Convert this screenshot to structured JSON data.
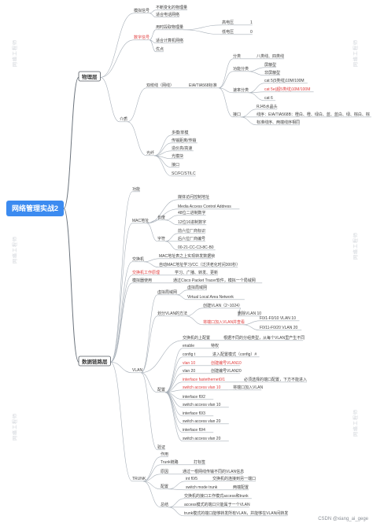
{
  "root": {
    "label": "网络管理实战2"
  },
  "phys": {
    "label": "物理层",
    "signal": "模拟信号",
    "signal_c1": "不断变化的物理量",
    "signal_c2": "适合电话网络",
    "digital": "数字信号",
    "digital_c1": "用时段取物理量",
    "digital_c1a": "高电压",
    "digital_c1a_v": "1",
    "digital_c1b": "低电压",
    "digital_c1b_v": "0",
    "digital_c2": "适合计算机网络",
    "digital_c3": "优点",
    "media": "介质",
    "twisted": "双绞线（网线）",
    "std": "EIA/TIA568标准",
    "cls": "分类",
    "cls_a": "八类线、四类线",
    "func": "功能分类",
    "func_a": "屏蔽型",
    "func_b": "非屏蔽型",
    "speed": "速率分类",
    "speed_a": "cat 5(5类线)10M/100M",
    "speed_b": "cat 5e(超5类线)10M/100M",
    "speed_c": "cat 6",
    "iface": "接口",
    "iface_a": "RJ45水晶头",
    "iface_b": "线序：EIA/TIA568B：橙白、橙、绿白、蓝、蓝白、绿、棕白、棕",
    "iface_c": "标准线序、两端线序相同",
    "fiber": "光纤",
    "fiber_a": "多模/单模",
    "fiber_b": "传输距离/传输",
    "fiber_c": "造价高/高速",
    "fiber_d": "光模块",
    "fiber_e": "接口",
    "fiber_f": "SC/FC/ST/LC"
  },
  "dl": {
    "label": "数据链路层",
    "func": "功能",
    "mac": "MAC地址",
    "mac_a": "媒体访问控制地址",
    "mac_b": "Media Access Control Address",
    "mac_len": "长度",
    "mac_len_a": "48位二进制数字",
    "mac_len_b": "12位16进制数字",
    "mac_fmt": "字符",
    "mac_fmt_a": "前六位厂商标识",
    "mac_fmt_b": "后六位厂商编号",
    "mac_fmt_c": "00-21-CC-C3-8C-B0",
    "switch": "交换机",
    "switch_a": "MAC地址表之上实现转发数据帧",
    "switch_b": "自动MAC地址学习/CC（泛洪老化时间300秒）",
    "switch_c": "交换机工作原理",
    "switch_c1": "学习、广播、转发、更新",
    "tracer": "模拟器使用",
    "tracer_a": "通过Cisco Packet Tracer软件，模拟一个局域网",
    "vlan": "VLAN",
    "vlan_def": "虚拟局域网",
    "vlan_def_a": "虚拟局域网",
    "vlan_def_b": "Virtual Local Area Network",
    "vlan_range": "划分VLAN的方法",
    "vlan_range_a": "创建VLAN（2~1024）",
    "vlan_range_b": "删除VLAN 10",
    "vlan_range_c": "将端口加入VLAN并查看",
    "vlan_range_c1": "F0/1-F0/10 VLAN 10",
    "vlan_range_c2": "F0/11-F0/20 VLAN 20",
    "vlan_reason": "交换机的上配置",
    "vlan_reason_a": "根据不同的分组类型，从每个VLAN里产生不同",
    "cfg": "配置",
    "cfg_1": "enable",
    "cfg_1n": "特权",
    "cfg_2": "config t",
    "cfg_2n": "进入配置模式（config）#",
    "cfg_3": "vlan 10",
    "cfg_3n": "创建编号VLAN10",
    "cfg_4": "vlan 20",
    "cfg_4n": "创建编号VLAN20",
    "cfg_5": "interface fastethernet0/1",
    "cfg_5n": "必须选择的端口配置，下方不能进入",
    "cfg_6": "switch access vlan 10",
    "cfg_6n": "将端口加入VLAN",
    "cfg_7": "interface f0/2",
    "cfg_8": "switch access vlan 10",
    "cfg_9": "interface f0/3",
    "cfg_10": "switch access vlan 20",
    "cfg_11": "interface f0/4",
    "cfg_12": "switch access vlan 20",
    "verify": "验证",
    "trunk": "TRUNK",
    "trunk_a": "作用",
    "trunk_b": "Trunk链路",
    "trunk_b1": "打标签",
    "trunk_c": "原因",
    "trunk_c1": "通过一根网线传输不同的VLAN信息",
    "trunk_d": "配置",
    "trunk_d1": "int f0/5",
    "trunk_d1n": "交换机的连接到另一端口",
    "trunk_d2": "switch mode trunk",
    "trunk_d2n": "两端配置",
    "trunk_e": "总结",
    "trunk_e1": "交换机的接口工作模式access和trunk",
    "trunk_e2": "access模式的端口只能属于一个VLAN",
    "trunk_e3": "trunk模式的端口能够转发所有VLAN，并能够在VLAN间转发"
  },
  "watermark": [
    "网络工程师",
    "网络工程师",
    "网络工程师",
    "网络工程师",
    "网络工程师",
    "网络工程师"
  ],
  "footer": "CSDN @xiang_ai_gege",
  "colors": {
    "root": "#3c8bf0",
    "branch": "#9aa3ad",
    "red": "#e03a3a",
    "text": "#3d3d3d"
  }
}
